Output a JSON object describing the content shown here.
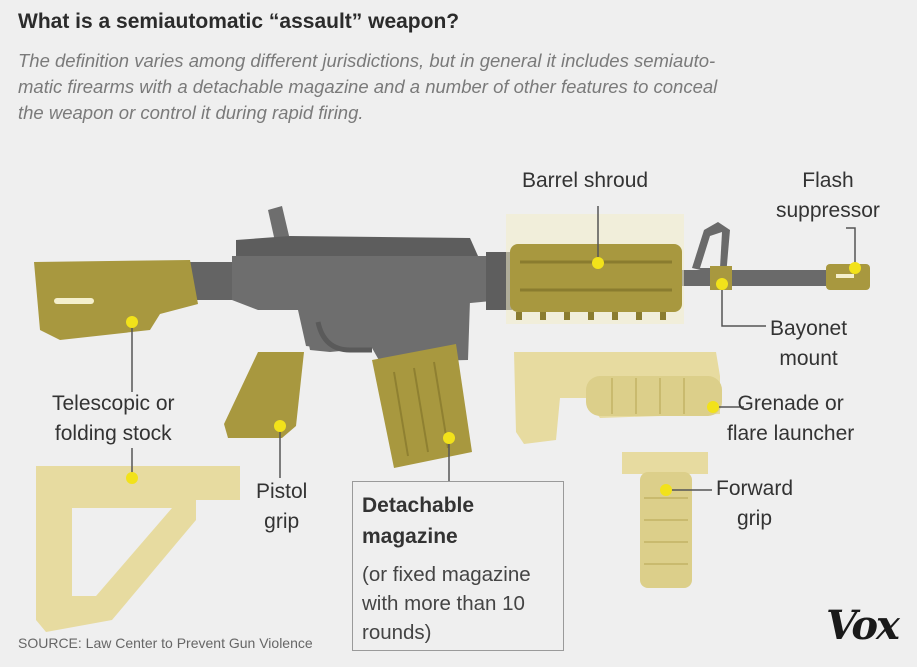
{
  "header": {
    "title": "What is  a semiautomatic “assault” weapon?",
    "subtitle_lines": [
      "The definition varies among different jurisdictions, but in general it includes semiauto-",
      "matic firearms with a detachable magazine and a number of other features to conceal",
      "the weapon or control it during rapid firing."
    ]
  },
  "labels": {
    "barrel_shroud": [
      "Barrel shroud"
    ],
    "flash_suppressor": [
      "Flash",
      "suppressor"
    ],
    "bayonet_mount": [
      "Bayonet",
      "mount"
    ],
    "grenade_launcher": [
      "Grenade or",
      "flare launcher"
    ],
    "forward_grip": [
      "Forward",
      "grip"
    ],
    "telescopic_stock": [
      "Telescopic or",
      "folding stock"
    ],
    "pistol_grip": [
      "Pistol",
      "grip"
    ],
    "detachable_magazine": [
      "Detachable",
      "magazine"
    ],
    "magazine_note": [
      "(or fixed magazine",
      "with more than 10",
      "rounds)"
    ]
  },
  "footer": {
    "source": "SOURCE: Law Center to Prevent Gun Violence",
    "logo": "Vox"
  },
  "colors": {
    "background": "#efefef",
    "gun_gray": "#6e6e6e",
    "feature_olive": "#a8983f",
    "marker_yellow": "#f2e21a",
    "accessory_light": "#e7dba0"
  }
}
